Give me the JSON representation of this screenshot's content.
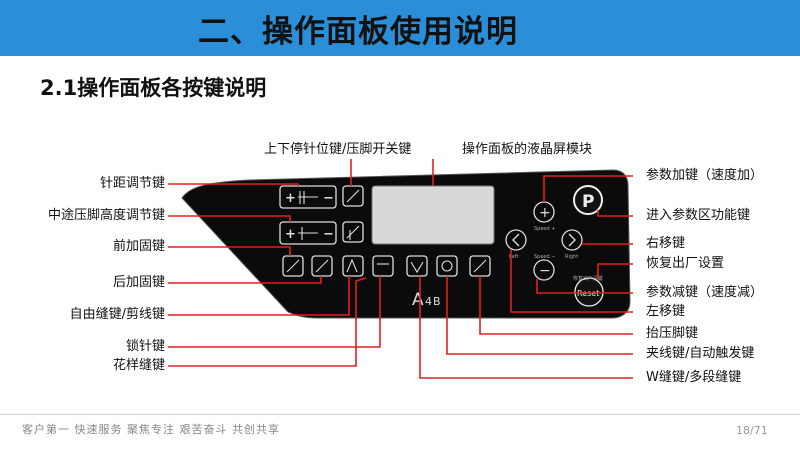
{
  "header": {
    "title": "二、操作面板使用说明"
  },
  "section": {
    "title": "2.1操作面板各按键说明"
  },
  "labels_left": {
    "stitch_length": "针距调节键",
    "mid_foot_height": "中途压脚高度调节键",
    "front_tack": "前加固键",
    "back_tack": "后加固键",
    "free_sew_trim": "自由缝键/剪线键",
    "lock_stitch": "锁针键",
    "pattern_sew": "花样缝键"
  },
  "labels_top": {
    "needle_foot": "上下停针位键/压脚开关键",
    "lcd_module": "操作面板的液晶屏模块"
  },
  "labels_right": {
    "param_plus": "参数加键（速度加）",
    "enter_param": "进入参数区功能键",
    "right_move": "右移键",
    "factory_reset": "恢复出厂设置",
    "param_minus": "参数减键（速度减）",
    "left_move": "左移键",
    "lift_foot": "抬压脚键",
    "clamp_trigger": "夹线键/自动触发键",
    "w_multi": "W缝键/多段缝键"
  },
  "panel": {
    "model_prefix": "A",
    "model_num": "4",
    "model_suffix": "B",
    "p_key": "P",
    "reset_key": "Reset",
    "plus_sign": "+",
    "minus_sign": "−",
    "speed_plus": "Speed +",
    "speed_minus": "Speed −",
    "left_small": "Left",
    "right_small": "Right",
    "factory_small": "恢复出厂设置"
  },
  "footer": {
    "motto": "客户第一  快速服务  聚焦专注  艰苦奋斗  共创共享",
    "page": "18/71"
  },
  "colors": {
    "header_bg": "#2a8fd8",
    "leader": "#e02020",
    "panel_bg": "#0b0b0b"
  }
}
